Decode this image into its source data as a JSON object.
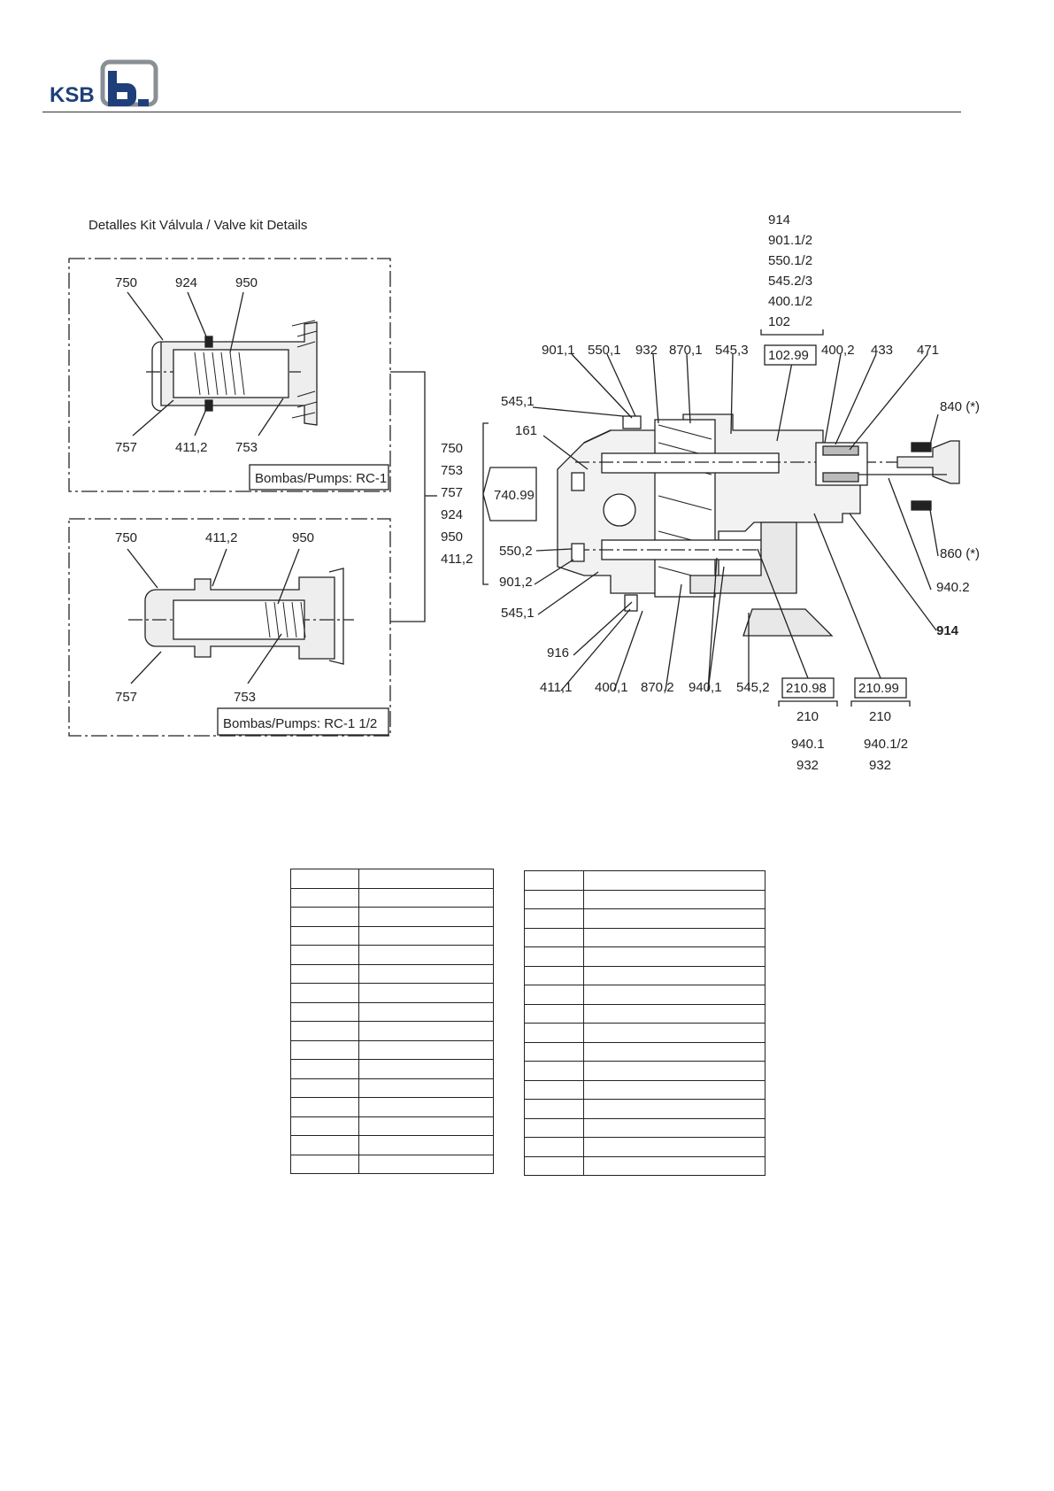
{
  "header": {
    "logo_text": "KSB"
  },
  "drawing": {
    "valve_title": "Detalles Kit Válvula / Valve kit Details",
    "valve_top": {
      "callouts": [
        "750",
        "924",
        "950",
        "757",
        "411,2",
        "753"
      ],
      "caption": "Bombas/Pumps: RC-1"
    },
    "valve_bottom": {
      "callouts": [
        "750",
        "411,2",
        "950",
        "757",
        "753"
      ],
      "caption": "Bombas/Pumps: RC-1 1/2"
    },
    "kit_740": {
      "code": "740.99",
      "items": [
        "750",
        "753",
        "757",
        "924",
        "950",
        "411,2"
      ]
    },
    "kit_102": {
      "code": "102.99",
      "items": [
        "914",
        "901.1/2",
        "550.1/2",
        "545.2/3",
        "400.1/2",
        "102"
      ]
    },
    "kit_210_98": {
      "code": "210.98",
      "items": [
        "210",
        "940.1",
        "932"
      ]
    },
    "kit_210_99": {
      "code": "210.99",
      "items": [
        "210",
        "940.1/2",
        "932"
      ]
    },
    "pump_callouts": {
      "p901_1": "901,1",
      "p550_1": "550,1",
      "p932": "932",
      "p870_1": "870,1",
      "p545_3": "545,3",
      "p400_2": "400,2",
      "p433": "433",
      "p471": "471",
      "p545_1a": "545,1",
      "p161": "161",
      "p840": "840 (*)",
      "p860": "860 (*)",
      "p940_2": "940.2",
      "p914": "914",
      "p550_2": "550,2",
      "p901_2": "901,2",
      "p545_1b": "545,1",
      "p916": "916",
      "p411_1": "411,1",
      "p400_1": "400,1",
      "p870_2": "870,2",
      "p940_1": "940,1",
      "p545_2": "545,2"
    }
  },
  "tables": {
    "left_rows": 16,
    "right_rows": 16
  }
}
